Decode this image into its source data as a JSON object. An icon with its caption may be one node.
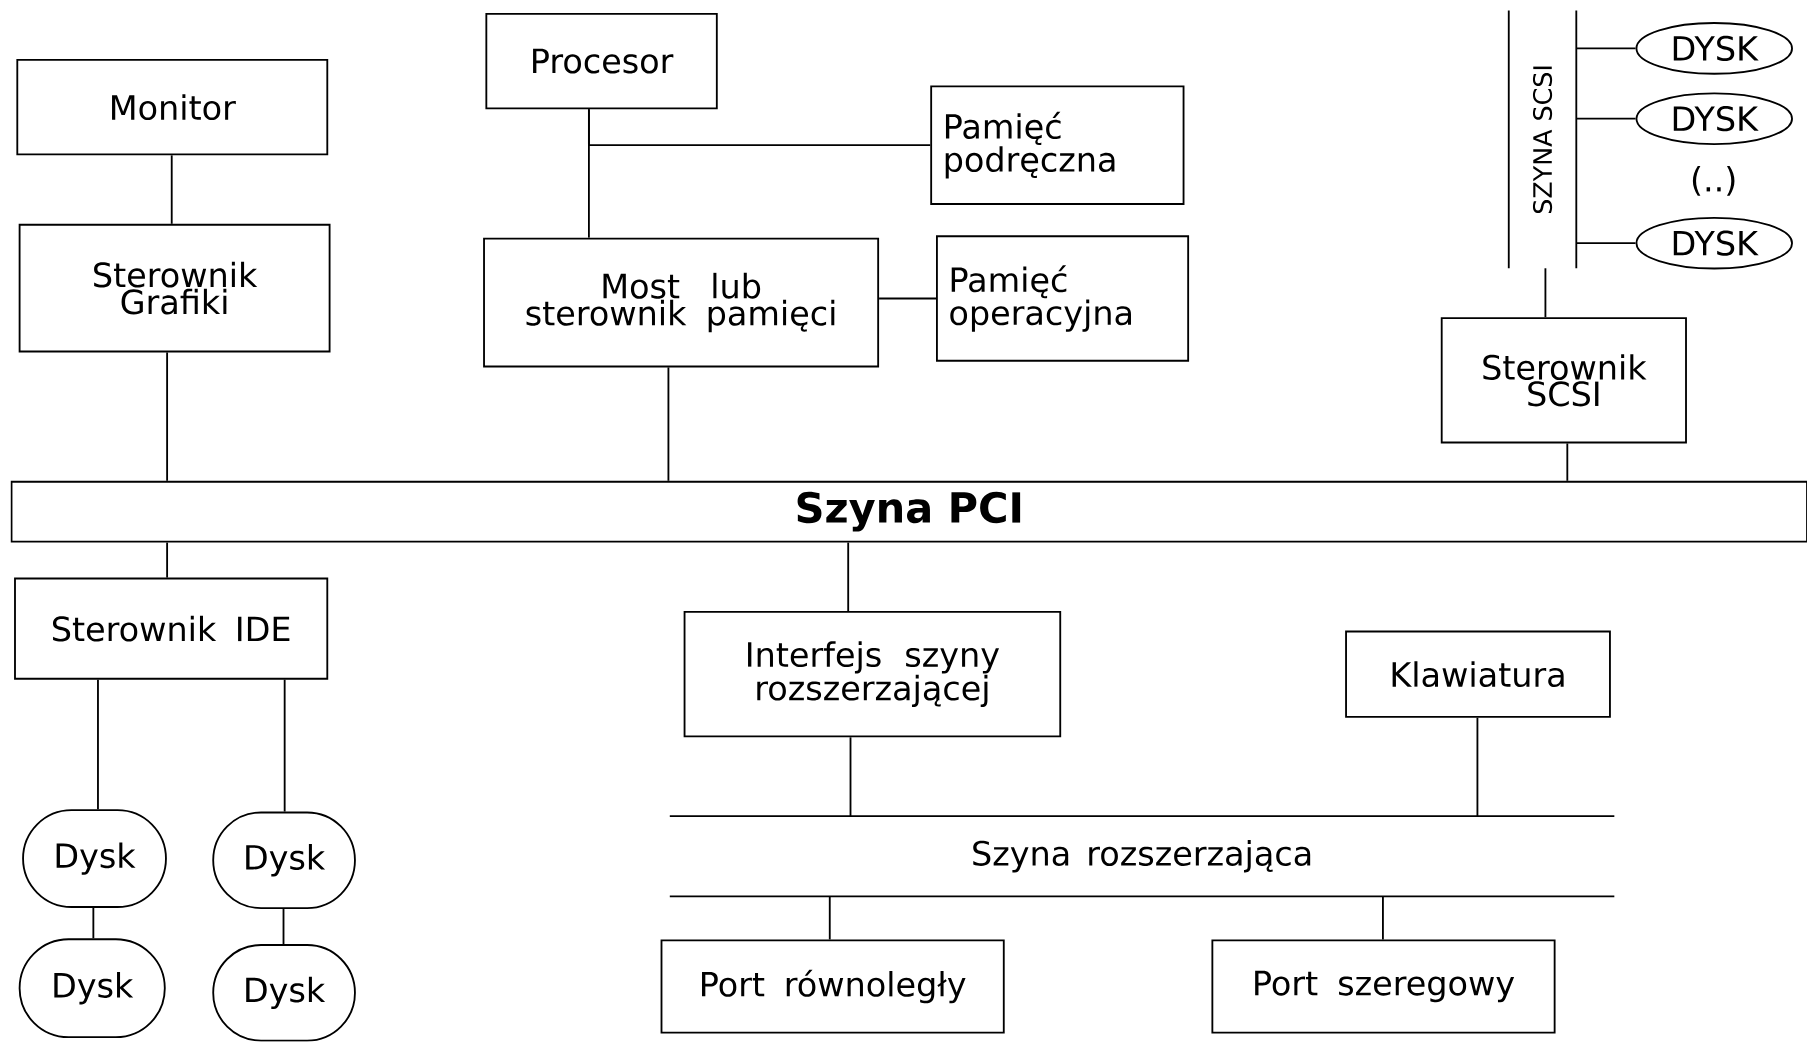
{
  "diagram": {
    "nodes": [
      {
        "text": [
          "Monitor"
        ]
      },
      {
        "text": [
          "Sterownik Grafiki"
        ]
      },
      {
        "text": [
          "Procesor"
        ]
      },
      {
        "text": [
          "Pamięć podręczna"
        ]
      },
      {
        "text": [
          "Most lub sterownik pamięci"
        ]
      },
      {
        "text": [
          "Pamięć operacyjna"
        ]
      },
      {
        "text": [
          "SZYNA SCSI"
        ]
      },
      {
        "text": [
          "DYSK"
        ]
      },
      {
        "text": [
          "DYSK"
        ]
      },
      {
        "text": [
          "DYSK"
        ]
      },
      {
        "text": [
          "Sterownik SCSI"
        ]
      },
      {
        "text": [
          "Szyna PCI"
        ]
      },
      {
        "text": [
          "Sterownik IDE"
        ]
      },
      {
        "text": [
          "Dysk"
        ]
      },
      {
        "text": [
          "Dysk"
        ]
      },
      {
        "text": [
          "Dysk"
        ]
      },
      {
        "text": [
          "Dysk"
        ]
      },
      {
        "text": [
          "Interfejs szyny rozszerzającej"
        ]
      },
      {
        "text": [
          "Klawiatura"
        ]
      },
      {
        "text": [
          "Szyna rozszerzająca"
        ]
      },
      {
        "text": [
          "Port równoległy"
        ]
      },
      {
        "text": [
          "Port szeregowy"
        ]
      }
    ],
    "edges": [
      {
        "from": 0,
        "to": 1,
        "arrow": "none"
      },
      {
        "from": 1,
        "to": 11,
        "arrow": "none"
      },
      {
        "from": 2,
        "to": 4,
        "arrow": "none"
      },
      {
        "from": 2,
        "to": 3,
        "arrow": "none"
      },
      {
        "from": 4,
        "to": 5,
        "arrow": "none"
      },
      {
        "from": 4,
        "to": 11,
        "arrow": "none"
      },
      {
        "from": 6,
        "to": 7,
        "arrow": "none"
      },
      {
        "from": 6,
        "to": 8,
        "arrow": "none"
      },
      {
        "from": 6,
        "to": 9,
        "arrow": "none"
      },
      {
        "from": 6,
        "to": 10,
        "arrow": "none"
      },
      {
        "from": 10,
        "to": 11,
        "arrow": "none"
      },
      {
        "from": 11,
        "to": 12,
        "arrow": "none"
      },
      {
        "from": 12,
        "to": 13,
        "arrow": "none"
      },
      {
        "from": 12,
        "to": 14,
        "arrow": "none"
      },
      {
        "from": 13,
        "to": 15,
        "arrow": "none"
      },
      {
        "from": 14,
        "to": 16,
        "arrow": "none"
      },
      {
        "from": 11,
        "to": 17,
        "arrow": "none"
      },
      {
        "from": 17,
        "to": 19,
        "arrow": "none"
      },
      {
        "from": 18,
        "to": 19,
        "arrow": "none"
      },
      {
        "from": 19,
        "to": 20,
        "arrow": "none"
      },
      {
        "from": 19,
        "to": 21,
        "arrow": "none"
      }
    ],
    "labels": [
      "(..)"
    ]
  }
}
